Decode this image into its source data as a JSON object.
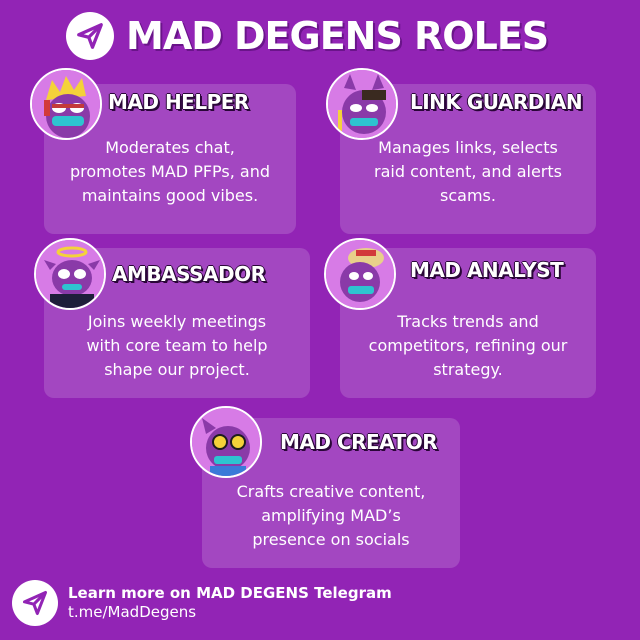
{
  "header": {
    "title": "MAD DEGENS ROLES",
    "icon": "telegram-plane-icon"
  },
  "roles": [
    {
      "title": "MAD HELPER",
      "description": [
        "Moderates chat,",
        "promotes MAD PFPs, and",
        "maintains good vibes."
      ],
      "avatar": "degen-avatar-helper"
    },
    {
      "title": "LINK GUARDIAN",
      "description": [
        "Manages links, selects",
        "raid content, and alerts",
        "scams."
      ],
      "avatar": "degen-avatar-guardian"
    },
    {
      "title": "AMBASSADOR",
      "description": [
        "Joins weekly meetings",
        "with core team to help",
        "shape our project."
      ],
      "avatar": "degen-avatar-ambassador"
    },
    {
      "title": "MAD ANALYST",
      "description": [
        "Tracks trends and",
        "competitors, refining our",
        "strategy."
      ],
      "avatar": "degen-avatar-analyst"
    },
    {
      "title": "MAD CREATOR",
      "description": [
        "Crafts creative content,",
        "amplifying MAD’s",
        "presence on socials"
      ],
      "avatar": "degen-avatar-creator"
    }
  ],
  "footer": {
    "cta": "Learn more on MAD DEGENS Telegram",
    "link": "t.me/MadDegens"
  },
  "colors": {
    "background": "#9224b5",
    "card": "rgba(255,255,255,0.16)",
    "text": "#ffffff",
    "icon_fill": "#9224b5"
  }
}
